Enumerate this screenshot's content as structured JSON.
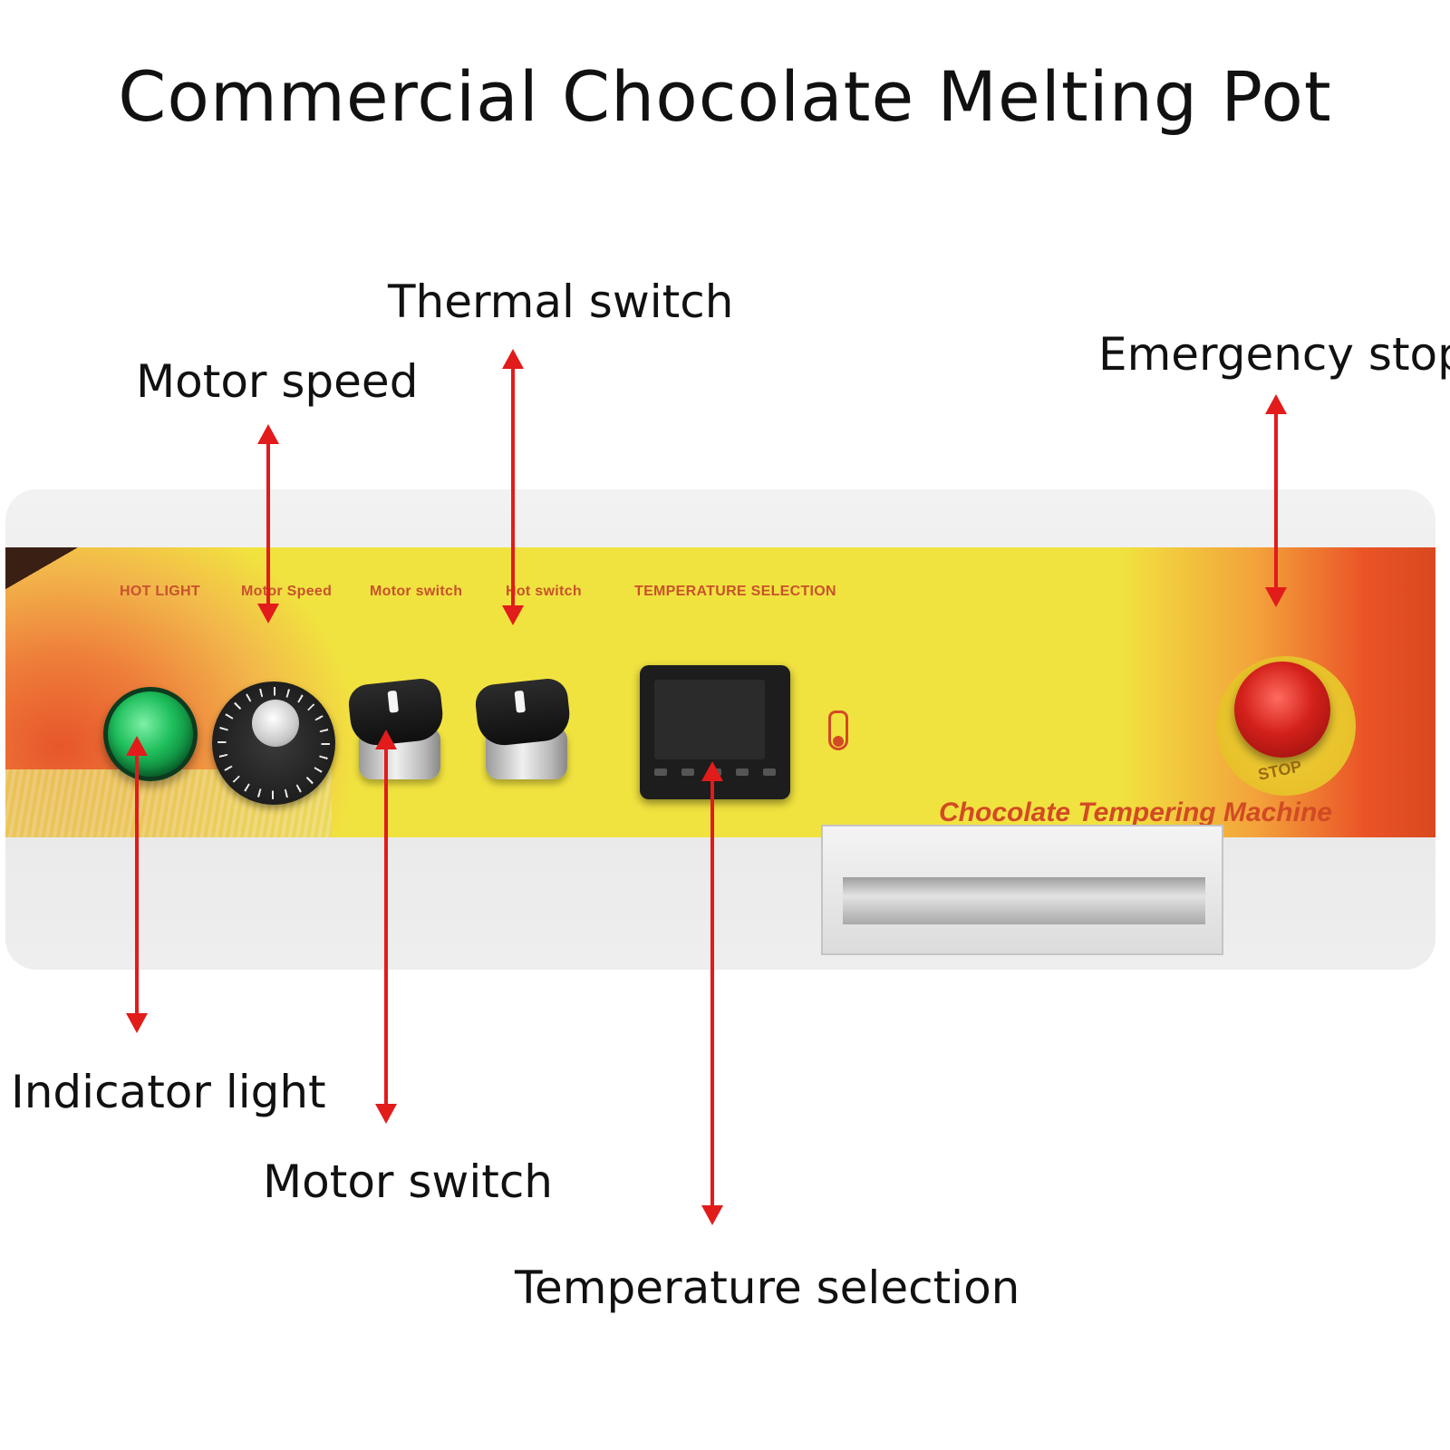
{
  "title": "Commercial Chocolate Melting Pot",
  "callouts": {
    "thermal_switch": "Thermal switch",
    "motor_speed": "Motor speed",
    "emergency_stop": "Emergency stop",
    "indicator_light": "Indicator light",
    "motor_switch": "Motor switch",
    "temperature_selection": "Temperature selection"
  },
  "panel": {
    "labels": {
      "hot_light": "HOT LIGHT",
      "motor_speed": "Motor Speed",
      "motor_switch": "Motor switch",
      "hot_switch": "Hot switch",
      "temperature_selection": "TEMPERATURE SELECTION"
    },
    "brand": "Chocolate Tempering Machine",
    "estop_text": "STOP"
  },
  "colors": {
    "arrow": "#e21b1b",
    "panel_yellow": "#f1e33f",
    "lamp_green": "#1fbf5c",
    "estop_red": "#d3201a"
  }
}
